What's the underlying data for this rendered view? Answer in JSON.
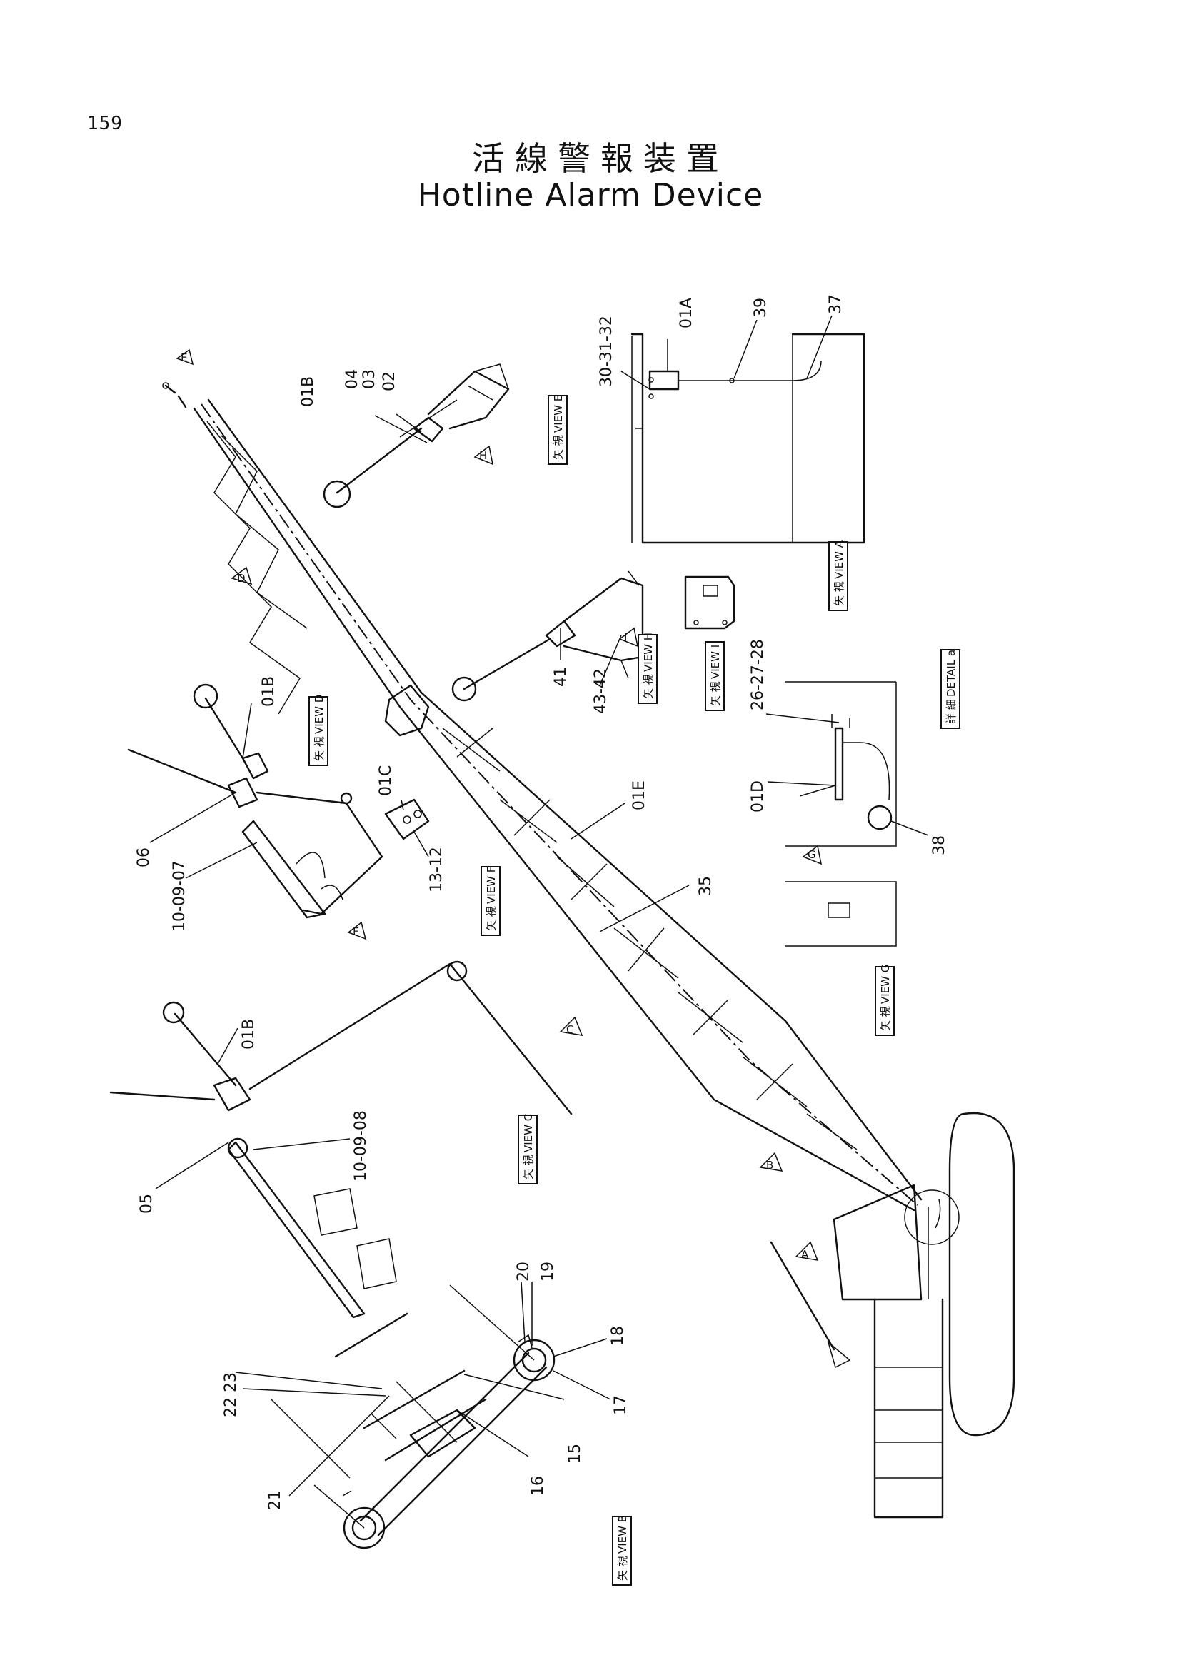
{
  "page_number": "159",
  "title_jp": "活線警報装置",
  "title_en": "Hotline Alarm Device",
  "view_prefix": "矢 視",
  "detail_prefix": "詳 細",
  "views": {
    "a": "VIEW  A",
    "b": "VIEW  B",
    "c": "VIEW  C",
    "d": "VIEW  D",
    "e": "VIEW  E",
    "f": "VIEW  F",
    "g": "VIEW  G",
    "h": "VIEW  H",
    "i": "VIEW  I",
    "detail_a": "DETAIL  a"
  },
  "markers": [
    "A",
    "B",
    "C",
    "D",
    "E",
    "F",
    "G",
    "H",
    "I"
  ],
  "callouts": {
    "c_30_31_32": "30-31-32",
    "c_01a": "01A",
    "c_39": "39",
    "c_37": "37",
    "c_01b_e": "01B",
    "c_04": "04",
    "c_03": "03",
    "c_02": "02",
    "c_41": "41",
    "c_43_42": "43-42",
    "c_26_27_28": "26-27-28",
    "c_01d": "01D",
    "c_38": "38",
    "c_01b_d": "01B",
    "c_06": "06",
    "c_10_09_07": "10-09-07",
    "c_01c": "01C",
    "c_13_12": "13-12",
    "c_01e": "01E",
    "c_35": "35",
    "c_01b_c": "01B",
    "c_05": "05",
    "c_10_09_08": "10-09-08",
    "c_20": "20",
    "c_19": "19",
    "c_18": "18",
    "c_17": "17",
    "c_22_23": "22 23",
    "c_21": "21",
    "c_15": "15",
    "c_16": "16"
  }
}
